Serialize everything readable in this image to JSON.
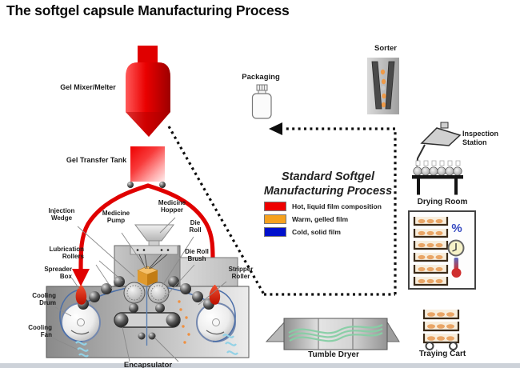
{
  "title": "The softgel capsule Manufacturing Process",
  "equipment": {
    "gel_mixer": "Gel Mixer/Melter",
    "gel_transfer_tank": "Gel Transfer Tank",
    "injection_wedge": "Injection\nWedge",
    "medicine_pump": "Medicine\nPump",
    "medicine_hopper": "Medicine\nHopper",
    "die_roll": "Die\nRoll",
    "die_roll_brush": "Die Roll\nBrush",
    "lubrication_rollers": "Lubrication\nRollers",
    "spreader_box": "Spreader\nBox",
    "stripper_roller": "Stripper\nRoller",
    "cooling_drum": "Cooling\nDrum",
    "cooling_fan": "Cooling\nFan",
    "encapsulator": "Encapsulator"
  },
  "stations": {
    "packaging": "Packaging",
    "sorter": "Sorter",
    "inspection_station": "Inspection\nStation",
    "drying_room": "Drying Room",
    "tumble_dryer": "Tumble Dryer",
    "traying_cart": "Traying Cart"
  },
  "legend": {
    "title": "Standard Softgel\nManufacturing Process",
    "items": [
      {
        "color": "#ee0000",
        "label": "Hot, liquid film composition"
      },
      {
        "color": "#f6a11e",
        "label": "Warm, gelled film"
      },
      {
        "color": "#0010cc",
        "label": "Cold, solid film"
      }
    ]
  },
  "drying_room_indicators": {
    "humidity_symbol": "%"
  }
}
